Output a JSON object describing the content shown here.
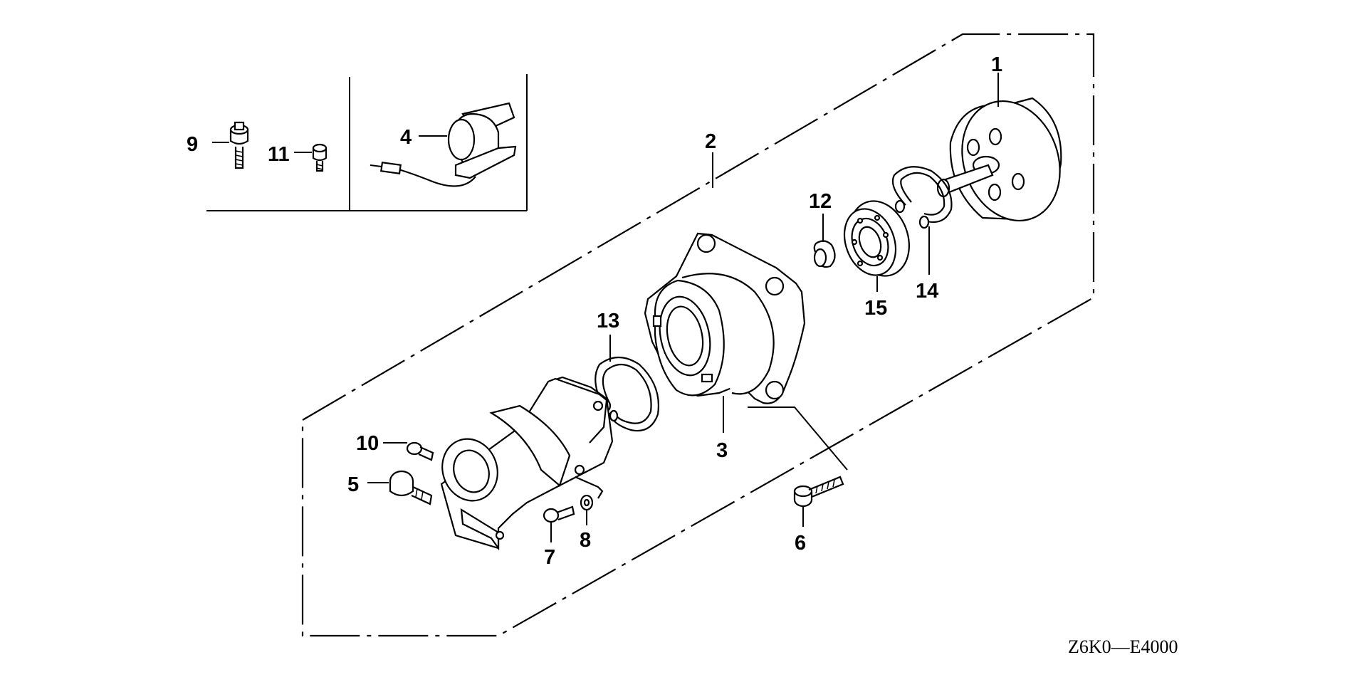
{
  "diagram": {
    "code": "Z6K0—E4000",
    "labels": {
      "p1": "1",
      "p2": "2",
      "p3": "3",
      "p4": "4",
      "p5": "5",
      "p6": "6",
      "p7": "7",
      "p8": "8",
      "p9": "9",
      "p10": "10",
      "p11": "11",
      "p12": "12",
      "p13": "13",
      "p14": "14",
      "p15": "15"
    }
  }
}
